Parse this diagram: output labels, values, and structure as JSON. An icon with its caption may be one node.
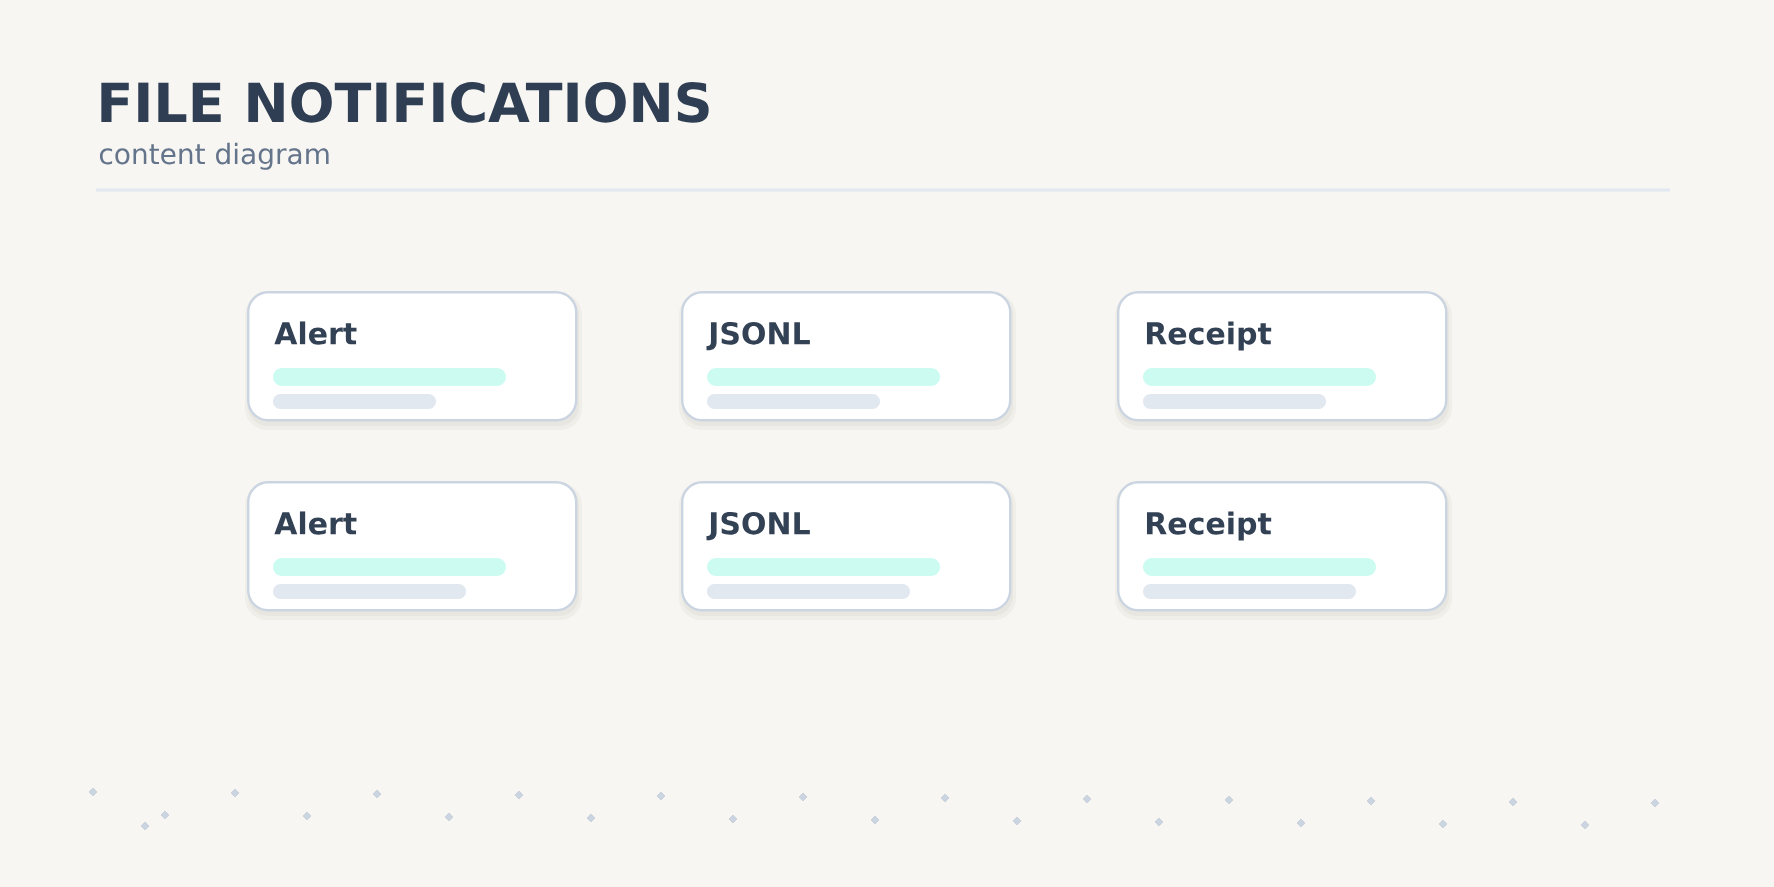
{
  "diagram": {
    "title": "FILE NOTIFICATIONS",
    "nodes": [
      {
        "text": [
          "Alert"
        ]
      },
      {
        "text": [
          "JSONL"
        ]
      },
      {
        "text": [
          "Receipt"
        ]
      },
      {
        "text": [
          "Alert"
        ]
      },
      {
        "text": [
          "JSONL"
        ]
      },
      {
        "text": [
          "Receipt"
        ]
      }
    ],
    "labels": [
      "content diagram"
    ]
  }
}
